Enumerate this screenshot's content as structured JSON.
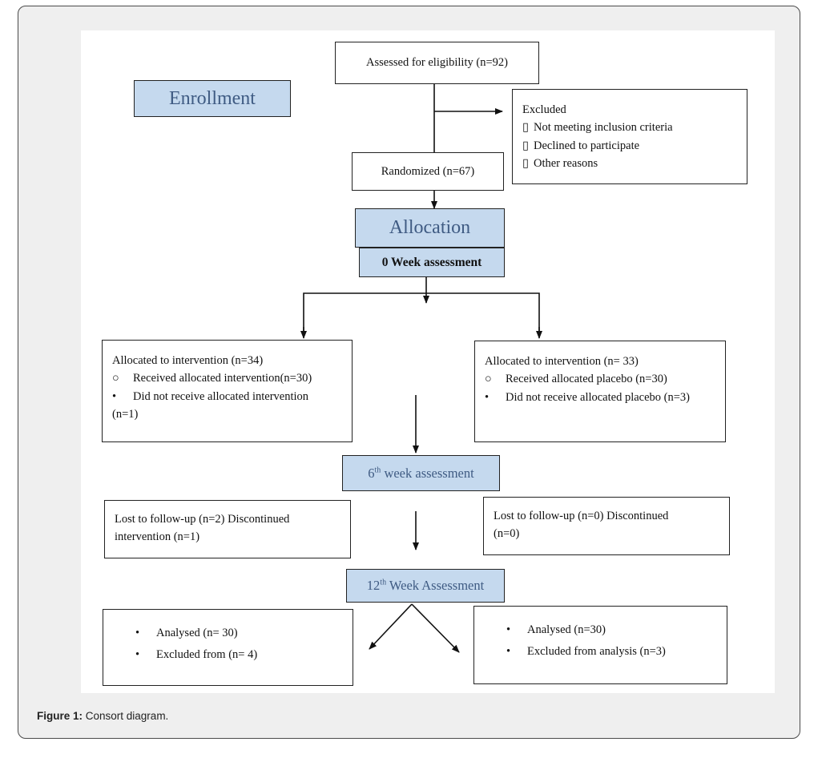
{
  "caption": {
    "label": "Figure 1:",
    "text": " Consort diagram."
  },
  "stages": {
    "enrollment": "Enrollment",
    "allocation": "Allocation",
    "week0": "0 Week assessment",
    "week6_num": "6",
    "week6_sup": "th",
    "week6_rest": " week assessment",
    "week12_num": "12",
    "week12_sup": "th",
    "week12_rest": " Week Assessment"
  },
  "boxes": {
    "assessed": "Assessed for eligibility (n=92)",
    "excluded": {
      "title": "Excluded",
      "marker": "▯",
      "items": [
        "Not meeting inclusion criteria",
        "Declined to participate",
        "Other reasons"
      ]
    },
    "randomized": "Randomized (n=67)",
    "alloc_left": {
      "title": "Allocated to intervention (n=34)",
      "items": [
        {
          "marker": "○",
          "text": "Received allocated intervention(n=30)"
        },
        {
          "marker": "•",
          "text": "Did not receive allocated intervention"
        }
      ],
      "tail": "(n=1)"
    },
    "alloc_right": {
      "title": "Allocated to intervention (n= 33)",
      "items": [
        {
          "marker": "○",
          "text": "Received allocated placebo (n=30)"
        },
        {
          "marker": "•",
          "text": "Did not receive allocated placebo (n=3)"
        }
      ]
    },
    "lost_left": {
      "line1": "Lost to follow-up (n=2) Discontinued",
      "line2": "intervention (n=1)"
    },
    "lost_right": {
      "line1": "Lost to follow-up (n=0) Discontinued",
      "line2": "(n=0)"
    },
    "analysed_left": {
      "marker": "•",
      "items": [
        "Analysed (n= 30)",
        "Excluded from (n= 4)"
      ]
    },
    "analysed_right": {
      "marker": "•",
      "items": [
        "Analysed (n=30)",
        "Excluded from analysis (n=3)"
      ]
    }
  }
}
